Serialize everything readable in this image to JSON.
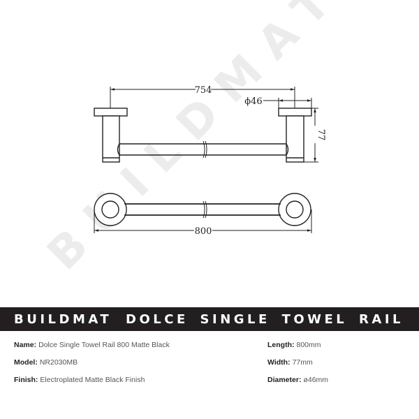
{
  "drawing": {
    "watermark": "BUILDMAT",
    "dimensions": {
      "center_to_center": "754",
      "flange_diameter": "ϕ46",
      "projection": "77",
      "overall_length": "800"
    }
  },
  "band": {
    "brand": "BUILDMAT",
    "title": "DOLCE  SINGLE TOWEL RAIL",
    "background": "#231f20",
    "text_color": "#ffffff"
  },
  "specs": {
    "left": [
      {
        "label": "Name:",
        "value": "Dolce Single Towel Rail 800 Matte Black"
      },
      {
        "label": "Model:",
        "value": "NR2030MB"
      },
      {
        "label": "Finish:",
        "value": "Electroplated Matte Black Finish"
      }
    ],
    "right": [
      {
        "label": "Length:",
        "value": "800mm"
      },
      {
        "label": "Width:",
        "value": "77mm"
      },
      {
        "label": "Diameter:",
        "value": "ø46mm"
      }
    ]
  }
}
